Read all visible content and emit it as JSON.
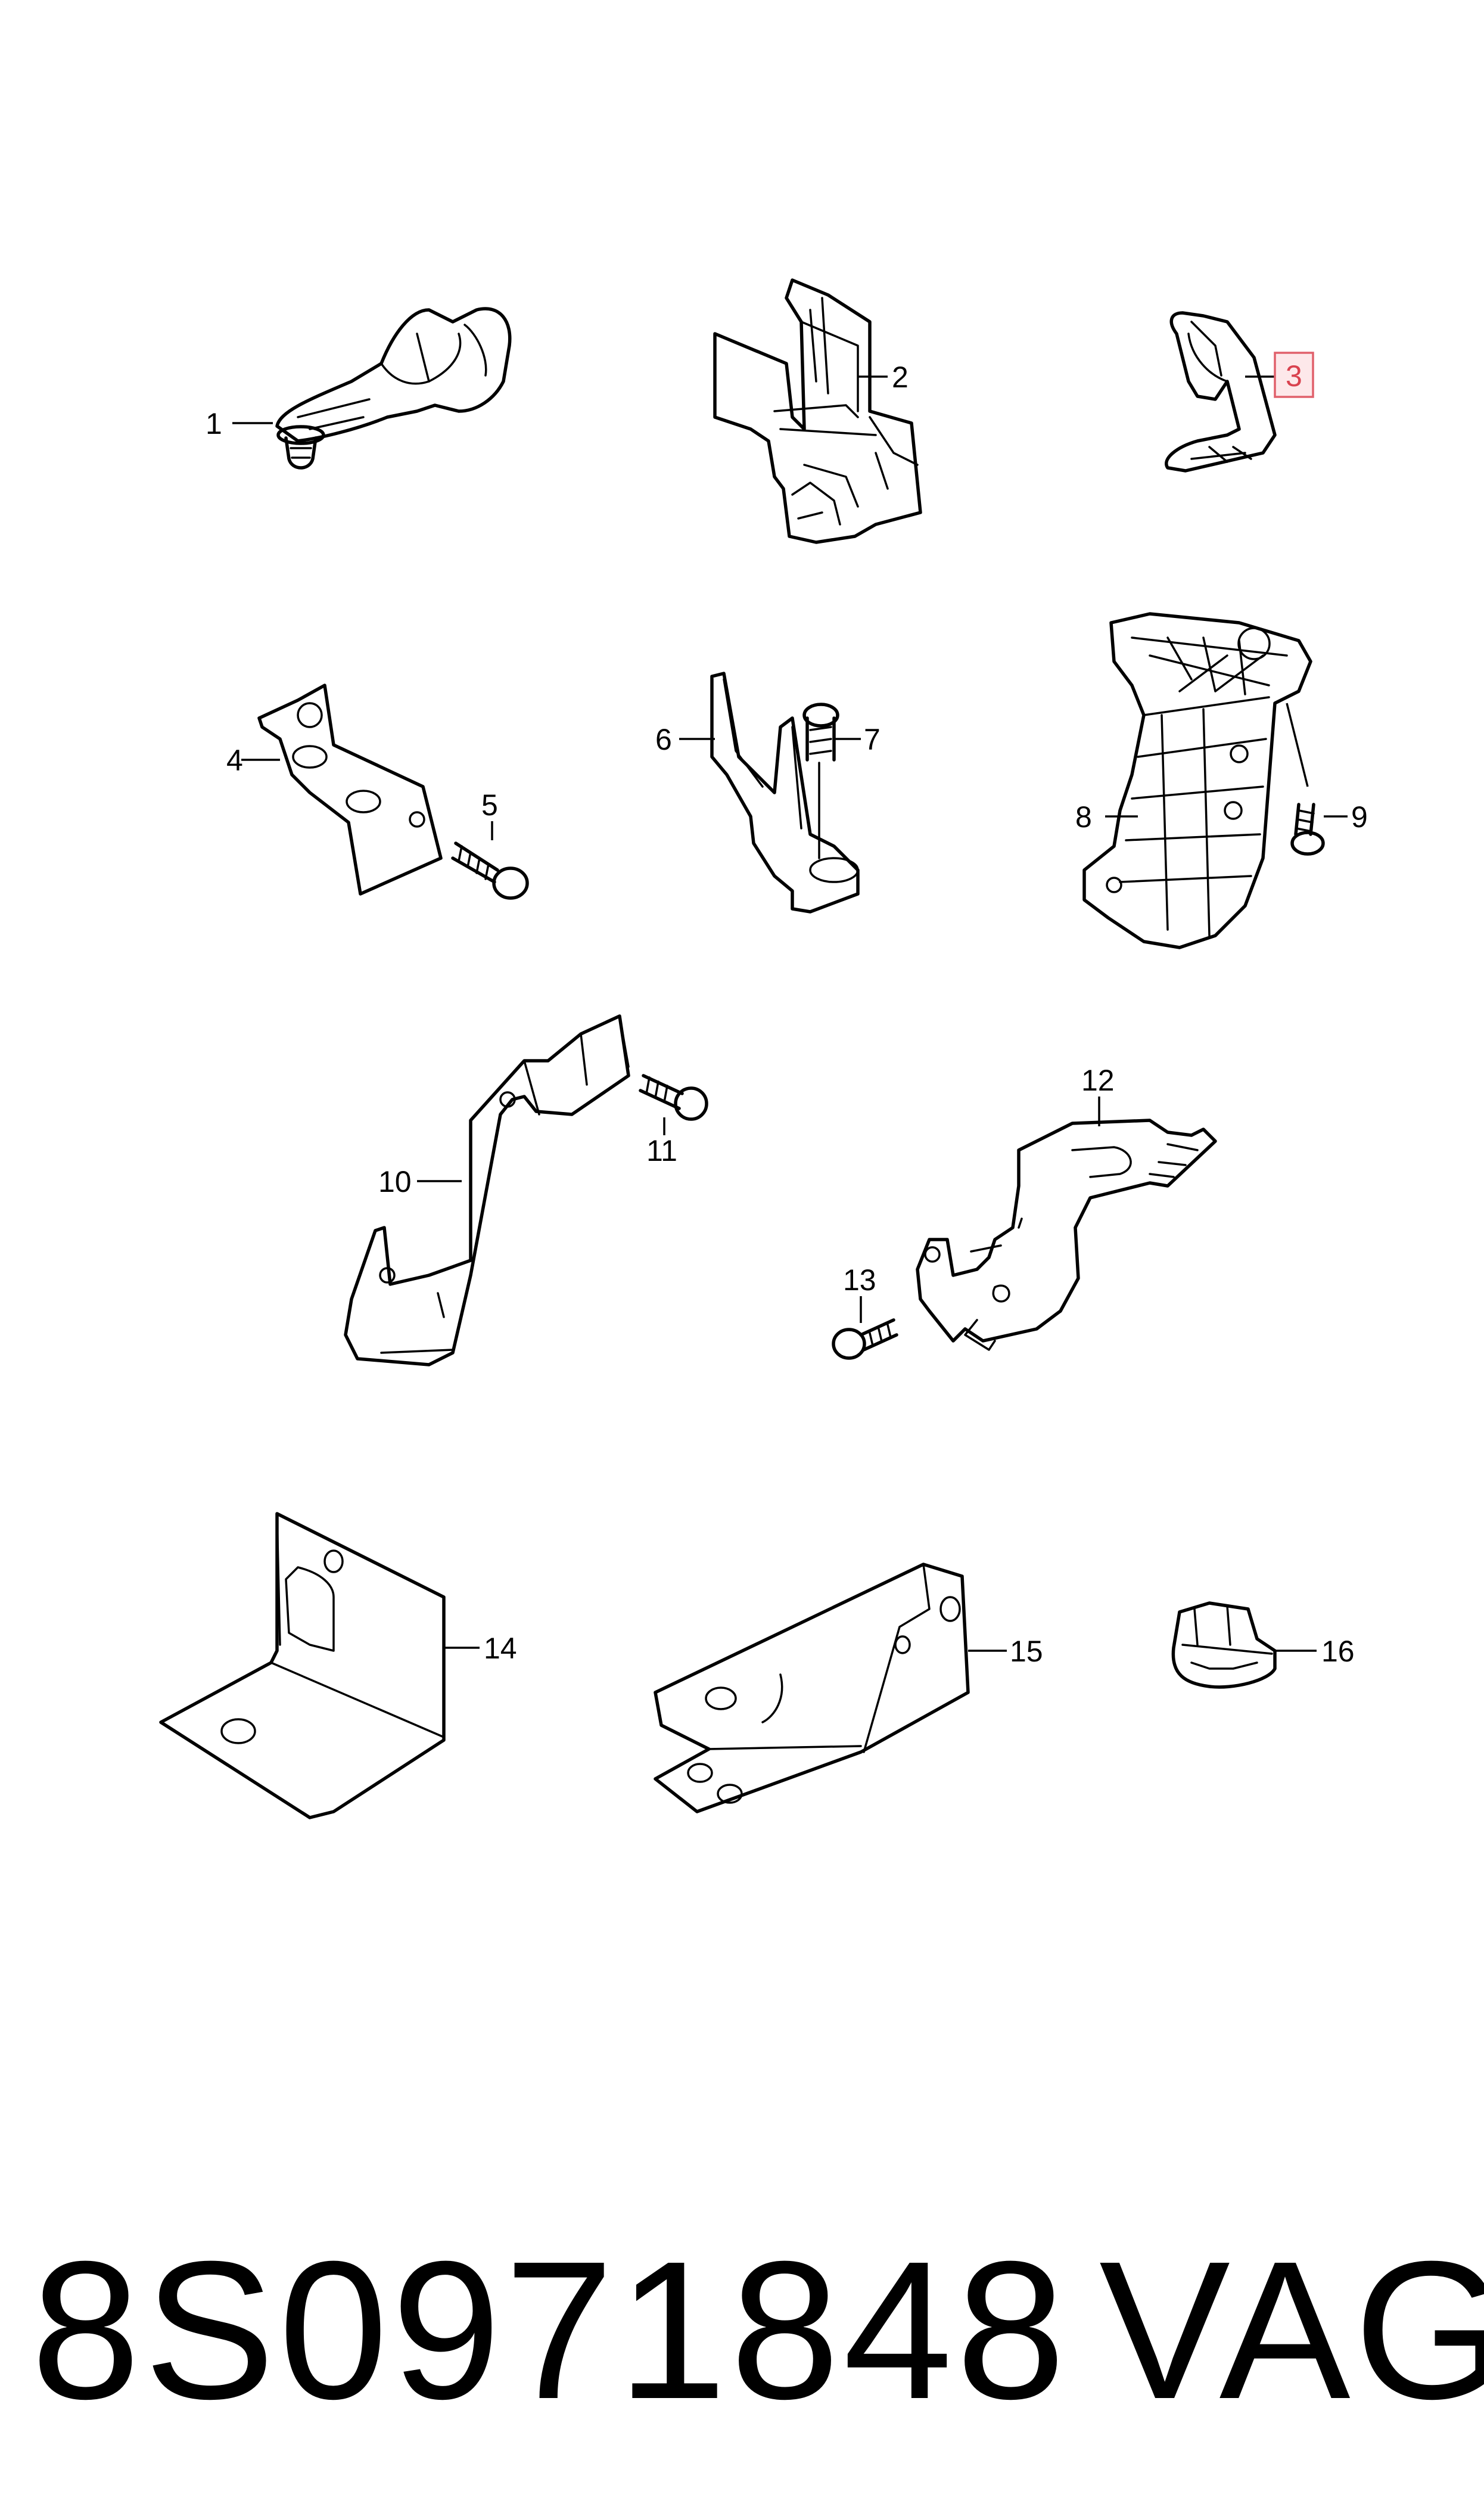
{
  "callouts": {
    "c1": "1",
    "c2": "2",
    "c3": "3",
    "c4": "4",
    "c5": "5",
    "c6": "6",
    "c7": "7",
    "c8": "8",
    "c9": "9",
    "c10": "10",
    "c11": "11",
    "c12": "12",
    "c13": "13",
    "c14": "14",
    "c15": "15",
    "c16": "16"
  },
  "highlighted_callout": "3",
  "colors": {
    "highlight_border": "#e0606b",
    "highlight_fill": "#fde8ea",
    "line": "#000000"
  },
  "footer": {
    "part_number": "8S0971848",
    "brand": "VAG"
  }
}
